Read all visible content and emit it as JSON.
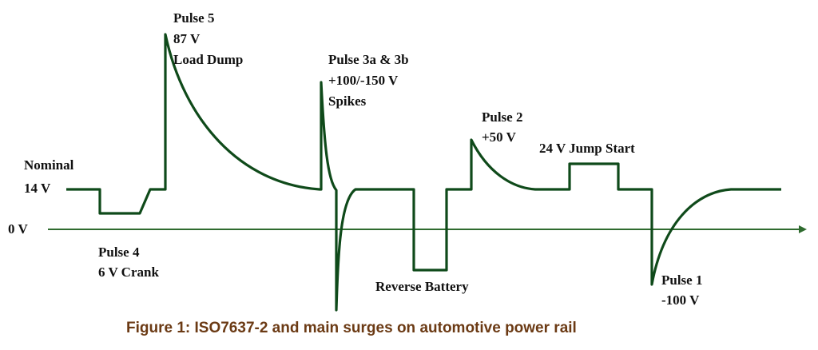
{
  "colors": {
    "waveform": "#0f4a1a",
    "axis": "#2f6b2f",
    "caption": "#6b3a14",
    "label": "#111111"
  },
  "axis": {
    "zero_label": "0 V"
  },
  "labels": {
    "nominal": [
      "Nominal",
      "14 V"
    ],
    "pulse4": [
      "Pulse 4",
      "6 V Crank"
    ],
    "pulse5": [
      "Pulse 5",
      "87 V",
      "Load Dump"
    ],
    "pulse3": [
      "Pulse 3a & 3b",
      "+100/-150 V",
      "Spikes"
    ],
    "reverse_battery": [
      "Reverse Battery"
    ],
    "pulse2": [
      "Pulse 2",
      "+50 V"
    ],
    "jump_start": [
      "24 V Jump Start"
    ],
    "pulse1": [
      "Pulse 1",
      "-100 V"
    ]
  },
  "caption": "Figure 1: ISO7637-2 and main surges on automotive power rail"
}
